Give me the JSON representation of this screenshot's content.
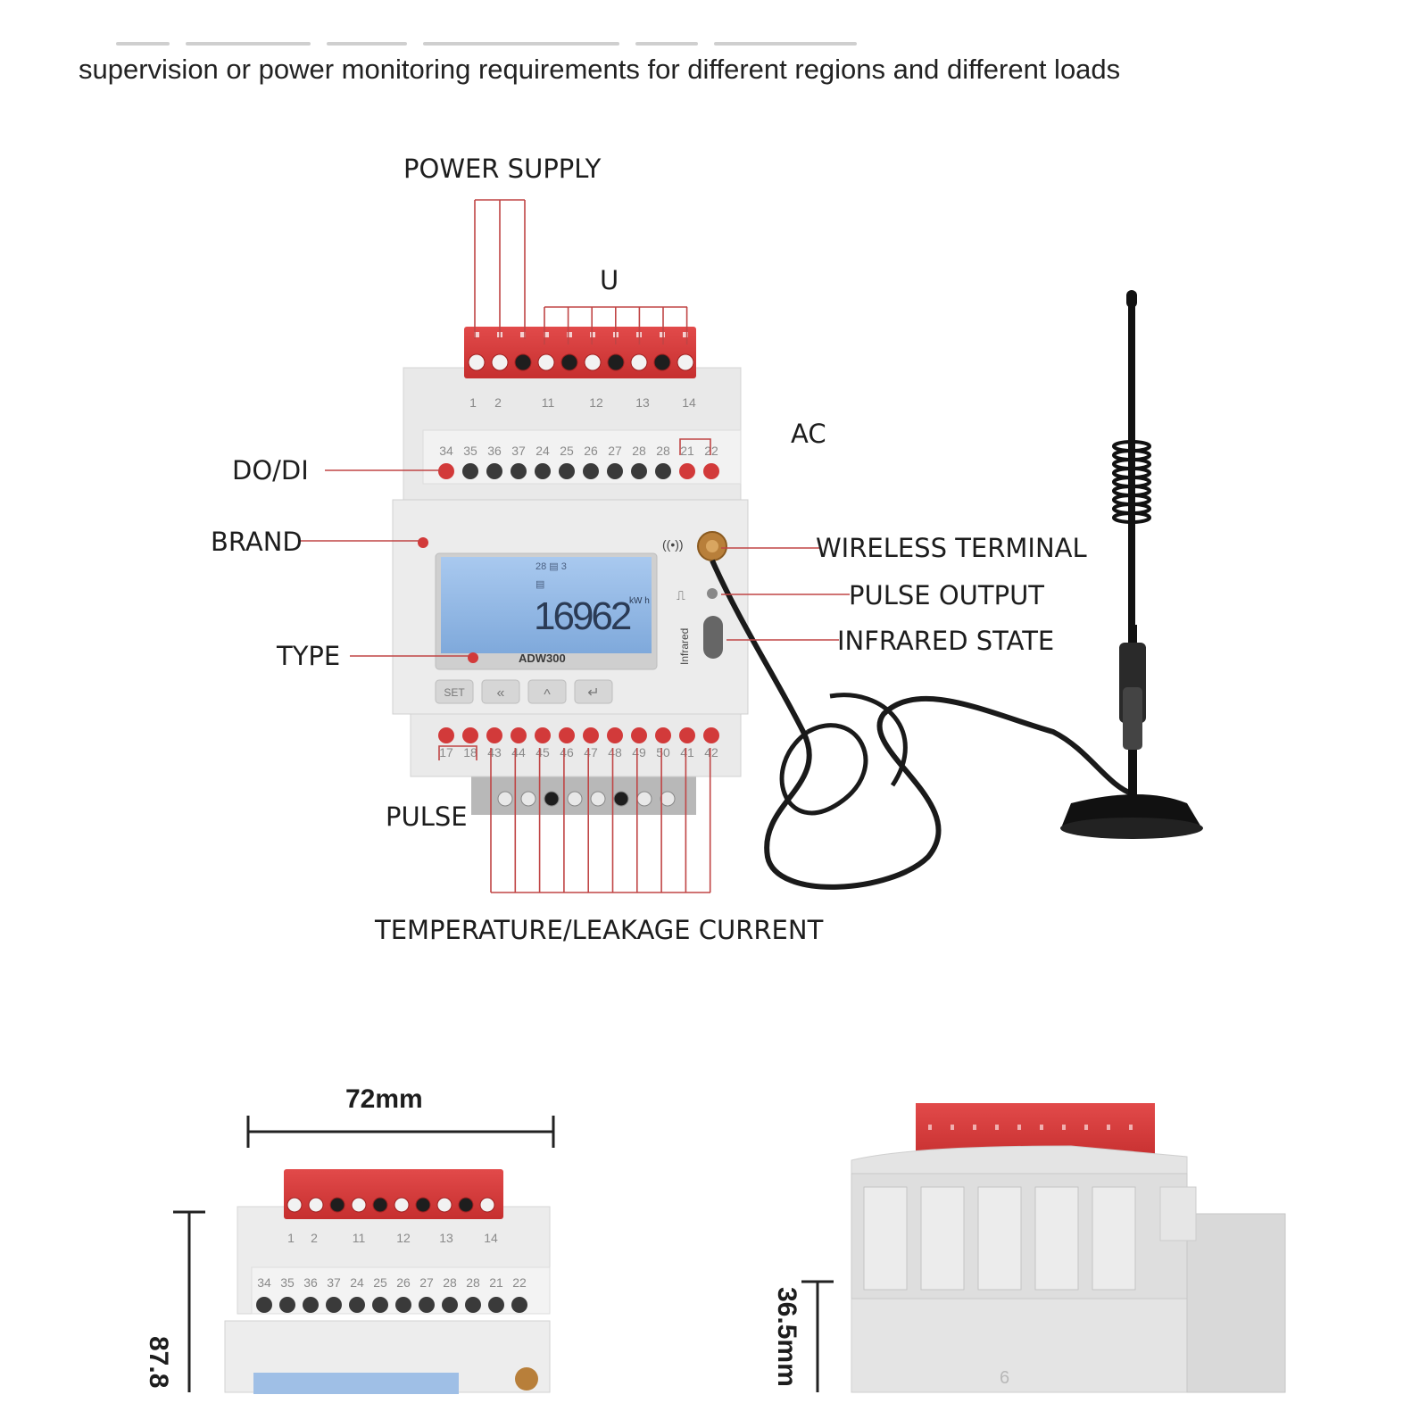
{
  "intro_text": "supervision or power monitoring requirements for different regions and different loads",
  "labels": {
    "power_supply": "POWER SUPPLY",
    "u": "U",
    "ac": "AC",
    "do_di": "DO/DI",
    "brand": "BRAND",
    "type": "TYPE",
    "wireless_terminal": "WIRELESS TERMINAL",
    "pulse_output": "PULSE OUTPUT",
    "infrared_state": "INFRARED STATE",
    "pulse": "PULSE",
    "temperature_leakage": "TEMPERATURE/LEAKAGE CURRENT"
  },
  "device": {
    "model": "ADW300",
    "reading": "16962",
    "unit": "kW h",
    "buttons": [
      "SET",
      "«",
      "^",
      "↵"
    ],
    "side_text": "Infrared",
    "top_terminals": [
      "1",
      "2",
      "11",
      "12",
      "13",
      "14"
    ],
    "mid_terminals": [
      "34",
      "35",
      "36",
      "37",
      "24",
      "25",
      "26",
      "27",
      "28",
      "28",
      "21",
      "22"
    ],
    "bottom_terminals": [
      "17",
      "18",
      "43",
      "44",
      "45",
      "46",
      "47",
      "48",
      "49",
      "50",
      "41",
      "42"
    ]
  },
  "dimensions": {
    "width": "72mm",
    "height": "87.8",
    "depth": "36.5mm"
  },
  "colors": {
    "accent_red": "#d23a3a",
    "leader_red": "#c04545",
    "lcd_blue": "#8fb8e6",
    "housing": "#ececec"
  }
}
